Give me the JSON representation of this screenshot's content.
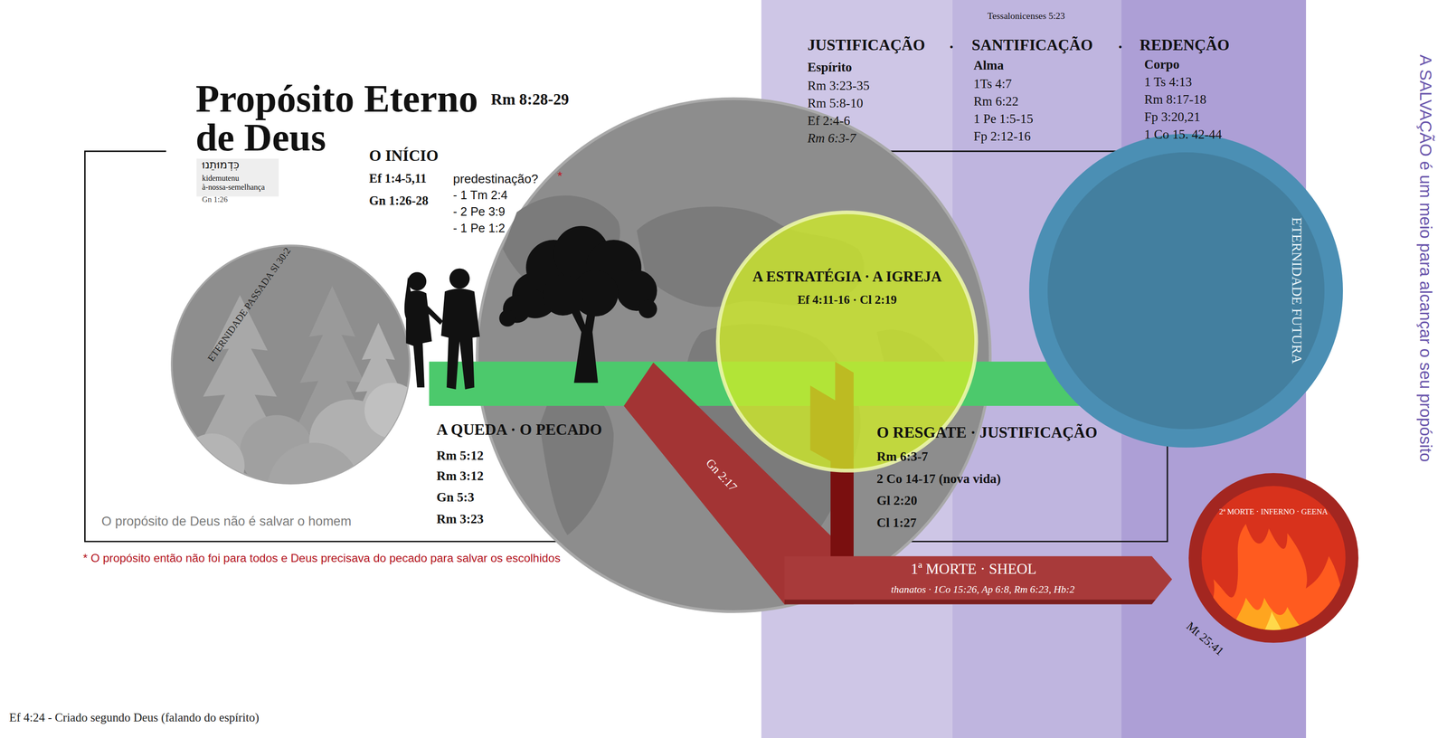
{
  "diagram": {
    "title": "Propósito Eterno de Deus",
    "caption": "Ef 4:24 - Criado segundo Deus (falando do espírito)",
    "nodes": [
      {
        "text": [
          "JUSTIFICAÇÃO",
          "Espírito",
          "Rm 3:23-35",
          "Rm 5:8-10",
          "Ef 2:4-6",
          "Rm 6:3-7"
        ]
      },
      {
        "text": [
          "SANTIFICAÇÃO",
          "Alma",
          "1Ts 4:7",
          "Rm 6:22",
          "1 Pe 1:5-15",
          "Fp 2:12-16"
        ]
      },
      {
        "text": [
          "REDENÇÃO",
          "Corpo",
          "1 Ts 4:13",
          "Rm 8:17-18",
          "Fp 3:20,21",
          "1 Co 15. 42-44"
        ]
      },
      {
        "text": [
          "ETERNIDADE PASSADA Sl 30:2"
        ]
      },
      {
        "text": [
          "A ESTRATÉGIA · A IGREJA",
          "Ef 4:11-16 · Cl 2:19"
        ]
      },
      {
        "text": [
          "ETERNIDADE FUTURA"
        ]
      },
      {
        "text": [
          "1ª MORTE · SHEOL",
          "thanatos · 1Co 15:26, Ap 6:8, Rm 6:23, Hb:2"
        ]
      },
      {
        "text": [
          "2ª MORTE · INFERNO · GEENA"
        ]
      }
    ],
    "labels": [
      "Rm 8:28-29",
      "כִּדְמוּתֵנוּ",
      "kidemutenu",
      "à-nossa-semelhança",
      "Gn 1:26",
      "O INÍCIO",
      "Ef 1:4-5,11",
      "Gn 1:26-28",
      "predestinação?",
      "*",
      "- 1 Tm 2:4",
      "- 2 Pe 3:9",
      "- 1 Pe 1:2",
      "Tessalonicenses 5:23",
      "·",
      "·",
      "A QUEDA · O PECADO",
      "Rm 5:12",
      "Rm 3:12",
      "Gn 5:3",
      "Rm 3:23",
      "O RESGATE · JUSTIFICAÇÃO",
      "Rm 6:3-7",
      "2 Co 14-17 (nova vida)",
      "Gl 2:20",
      "Cl 1:27",
      "Gn 2:17",
      "O propósito de Deus não é salvar o homem",
      "* O propósito então não foi para todos e Deus precisava do pecado para salvar os escolhidos",
      "Mt 25:41",
      "A SALVAÇÃO é um meio para alcançar o seu propósito"
    ]
  }
}
